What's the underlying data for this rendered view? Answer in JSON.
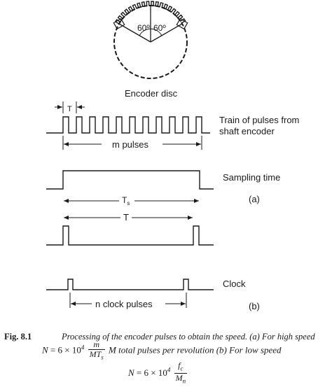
{
  "encoder": {
    "angle_left": "60º",
    "angle_right": "60º",
    "caption": "Encoder disc"
  },
  "waveforms": {
    "pulse_train_label_line1": "Train of pulses from",
    "pulse_train_label_line2": "shaft encoder",
    "period_label": "T",
    "m_pulses_label": "m pulses",
    "sampling_label": "Sampling time",
    "ts_label": "T",
    "ts_sub": "s",
    "part_a": "(a)",
    "t_label": "T",
    "clock_label": "Clock",
    "n_clock_label": "n clock pulses",
    "part_b": "(b)"
  },
  "caption": {
    "label": "Fig. 8.1",
    "text": "Processing of the encoder pulses to obtain the speed. (a) For high speed",
    "eq1_lhs": "N",
    "eq1_coef": "= 6 × 10",
    "eq1_exp": "4",
    "eq1_num": "m",
    "eq1_den": "MT",
    "eq1_den_sub": "s",
    "eq1_tail": "M total pulses per revolution (b) For low speed",
    "eq2_lhs": "N",
    "eq2_coef": "= 6 × 10",
    "eq2_exp": "4",
    "eq2_num": "f",
    "eq2_num_sub": "c",
    "eq2_den": "M",
    "eq2_den_sub": "n"
  }
}
